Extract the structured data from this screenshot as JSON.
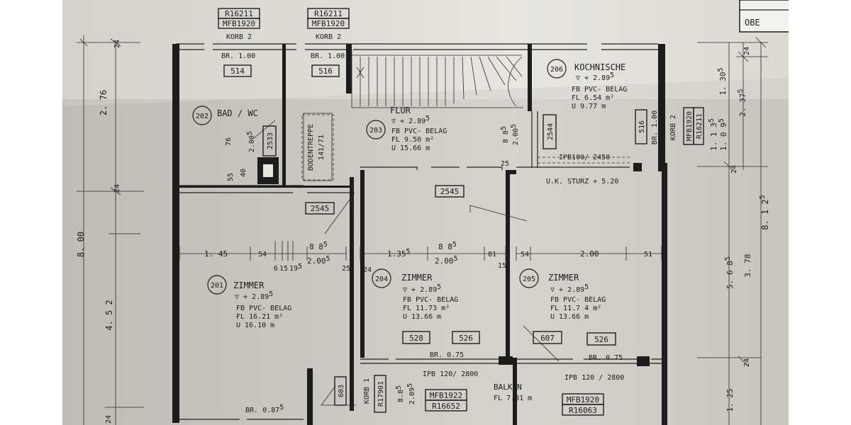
{
  "title_block": {
    "text": "OBE"
  },
  "header_tags": [
    {
      "ref": "R16211",
      "mfb": "MFB1920",
      "korb": "KORB 2"
    },
    {
      "ref": "R16211",
      "mfb": "MFB1920",
      "korb": "KORB 2"
    }
  ],
  "rooms": {
    "bad": {
      "number": "202",
      "name": "BAD / WC",
      "door_width": "BR. 1.00",
      "door_tag": "514",
      "tag_2533": "2533",
      "dims": [
        "76",
        "2.00",
        "5",
        "55",
        "40"
      ]
    },
    "flur_top": {
      "door_width": "BR. 1.00",
      "door_tag": "516"
    },
    "flur": {
      "number": "203",
      "name": "FLUR",
      "level": "▽ + 2.89",
      "level_sup": "5",
      "fb": "FB  PVC- BELAG",
      "fl": "FL  9.50 m²",
      "u": "U   15.66 m",
      "bodentreppe": "BODENTREPPE",
      "bodentreppe_size": "141/71",
      "dims": [
        "8 8",
        "5",
        "2.00",
        "5"
      ],
      "tag_2544": "2544",
      "dim_25": "25"
    },
    "kochnische": {
      "number": "206",
      "name": "KOCHNISCHE",
      "level": "▽ + 2.89",
      "level_sup": "5",
      "fb": "FB  PVC- BELAG",
      "fl": "FL  6.54 m²",
      "u": "U   9.77 m",
      "tag_516": "516",
      "korb": "KORB 2",
      "mfb": "MFB1920",
      "ref": "R16211",
      "br": "BR. 1.00"
    },
    "beam": {
      "ipb": "IPB100/ 2450",
      "sturz": "U.K. STURZ + 5.20",
      "tag_2545_a": "2545",
      "tag_2545_b": "2545"
    },
    "zimmer201": {
      "number": "201",
      "name": "ZIMMER",
      "level": "▽ + 2.89",
      "level_sup": "5",
      "fb": "FB  PVC- BELAG",
      "fl": "FL  16.21 m²",
      "u": "U   16.10 m",
      "br": "BR. 0.87",
      "br_sup": "5"
    },
    "zimmer204": {
      "number": "204",
      "name": "ZIMMER",
      "level": "▽ + 2.89",
      "level_sup": "5",
      "fb": "FB  PVC- BELAG",
      "fl": "FL  11.73 m²",
      "u": "U   13.66 m",
      "tags": [
        "528",
        "526"
      ],
      "br": "BR. 0.75"
    },
    "zimmer205": {
      "number": "205",
      "name": "ZIMMER",
      "level": "▽ + 2.89",
      "level_sup": "5",
      "fb": "FB  PVC- BELAG",
      "fl": "FL  11.7 4 m²",
      "u": "U   13.66 m",
      "tags": [
        "607",
        "526"
      ],
      "br": "BR. 0.75"
    },
    "balkon": {
      "name": "BALKON",
      "fl": "FL  7.81 m",
      "ipb_left": "IPB 120/ 2800",
      "ipb_right": "IPB 120 / 2800",
      "tag_603": "603",
      "korb": "KORB 1",
      "ref_left": "R17901",
      "dims": [
        "8.8",
        "5",
        "2.09",
        "5"
      ],
      "mfb_mid": "MFB1922",
      "ref_mid": "R16652",
      "mfb_right": "MFB1920",
      "ref_right": "R16063"
    }
  },
  "horizontal_dims": {
    "row": [
      "1. 45",
      "54",
      "6",
      "15",
      "19",
      "5",
      "8 8",
      "5",
      "2.00",
      "5",
      "25",
      "1.35",
      "5",
      "8 8",
      "5",
      "2.00",
      "5",
      "81",
      "24",
      "15",
      "54",
      "2.00",
      "51"
    ]
  },
  "vertical_dims_left": {
    "outer": "8. 00",
    "upper": "2. 76",
    "lower": "4. 5 2",
    "small_top": "24",
    "small_mid": "24",
    "small_bot": "24"
  },
  "vertical_dims_right": {
    "outer": "8. 1 2",
    "outer_sup": "5",
    "a": "1. 30",
    "a_sup": "5",
    "b": "2. 37",
    "b_sup": "5",
    "c": "1. 1 3",
    "c_sup": "5",
    "d": "1. 0 9",
    "d_sup": "5",
    "e": "5. 6 8",
    "e_sup": "5",
    "f": "3. 78",
    "g": "1. 25",
    "small_top": "24",
    "small_mid": "24",
    "small_bot": "24"
  }
}
